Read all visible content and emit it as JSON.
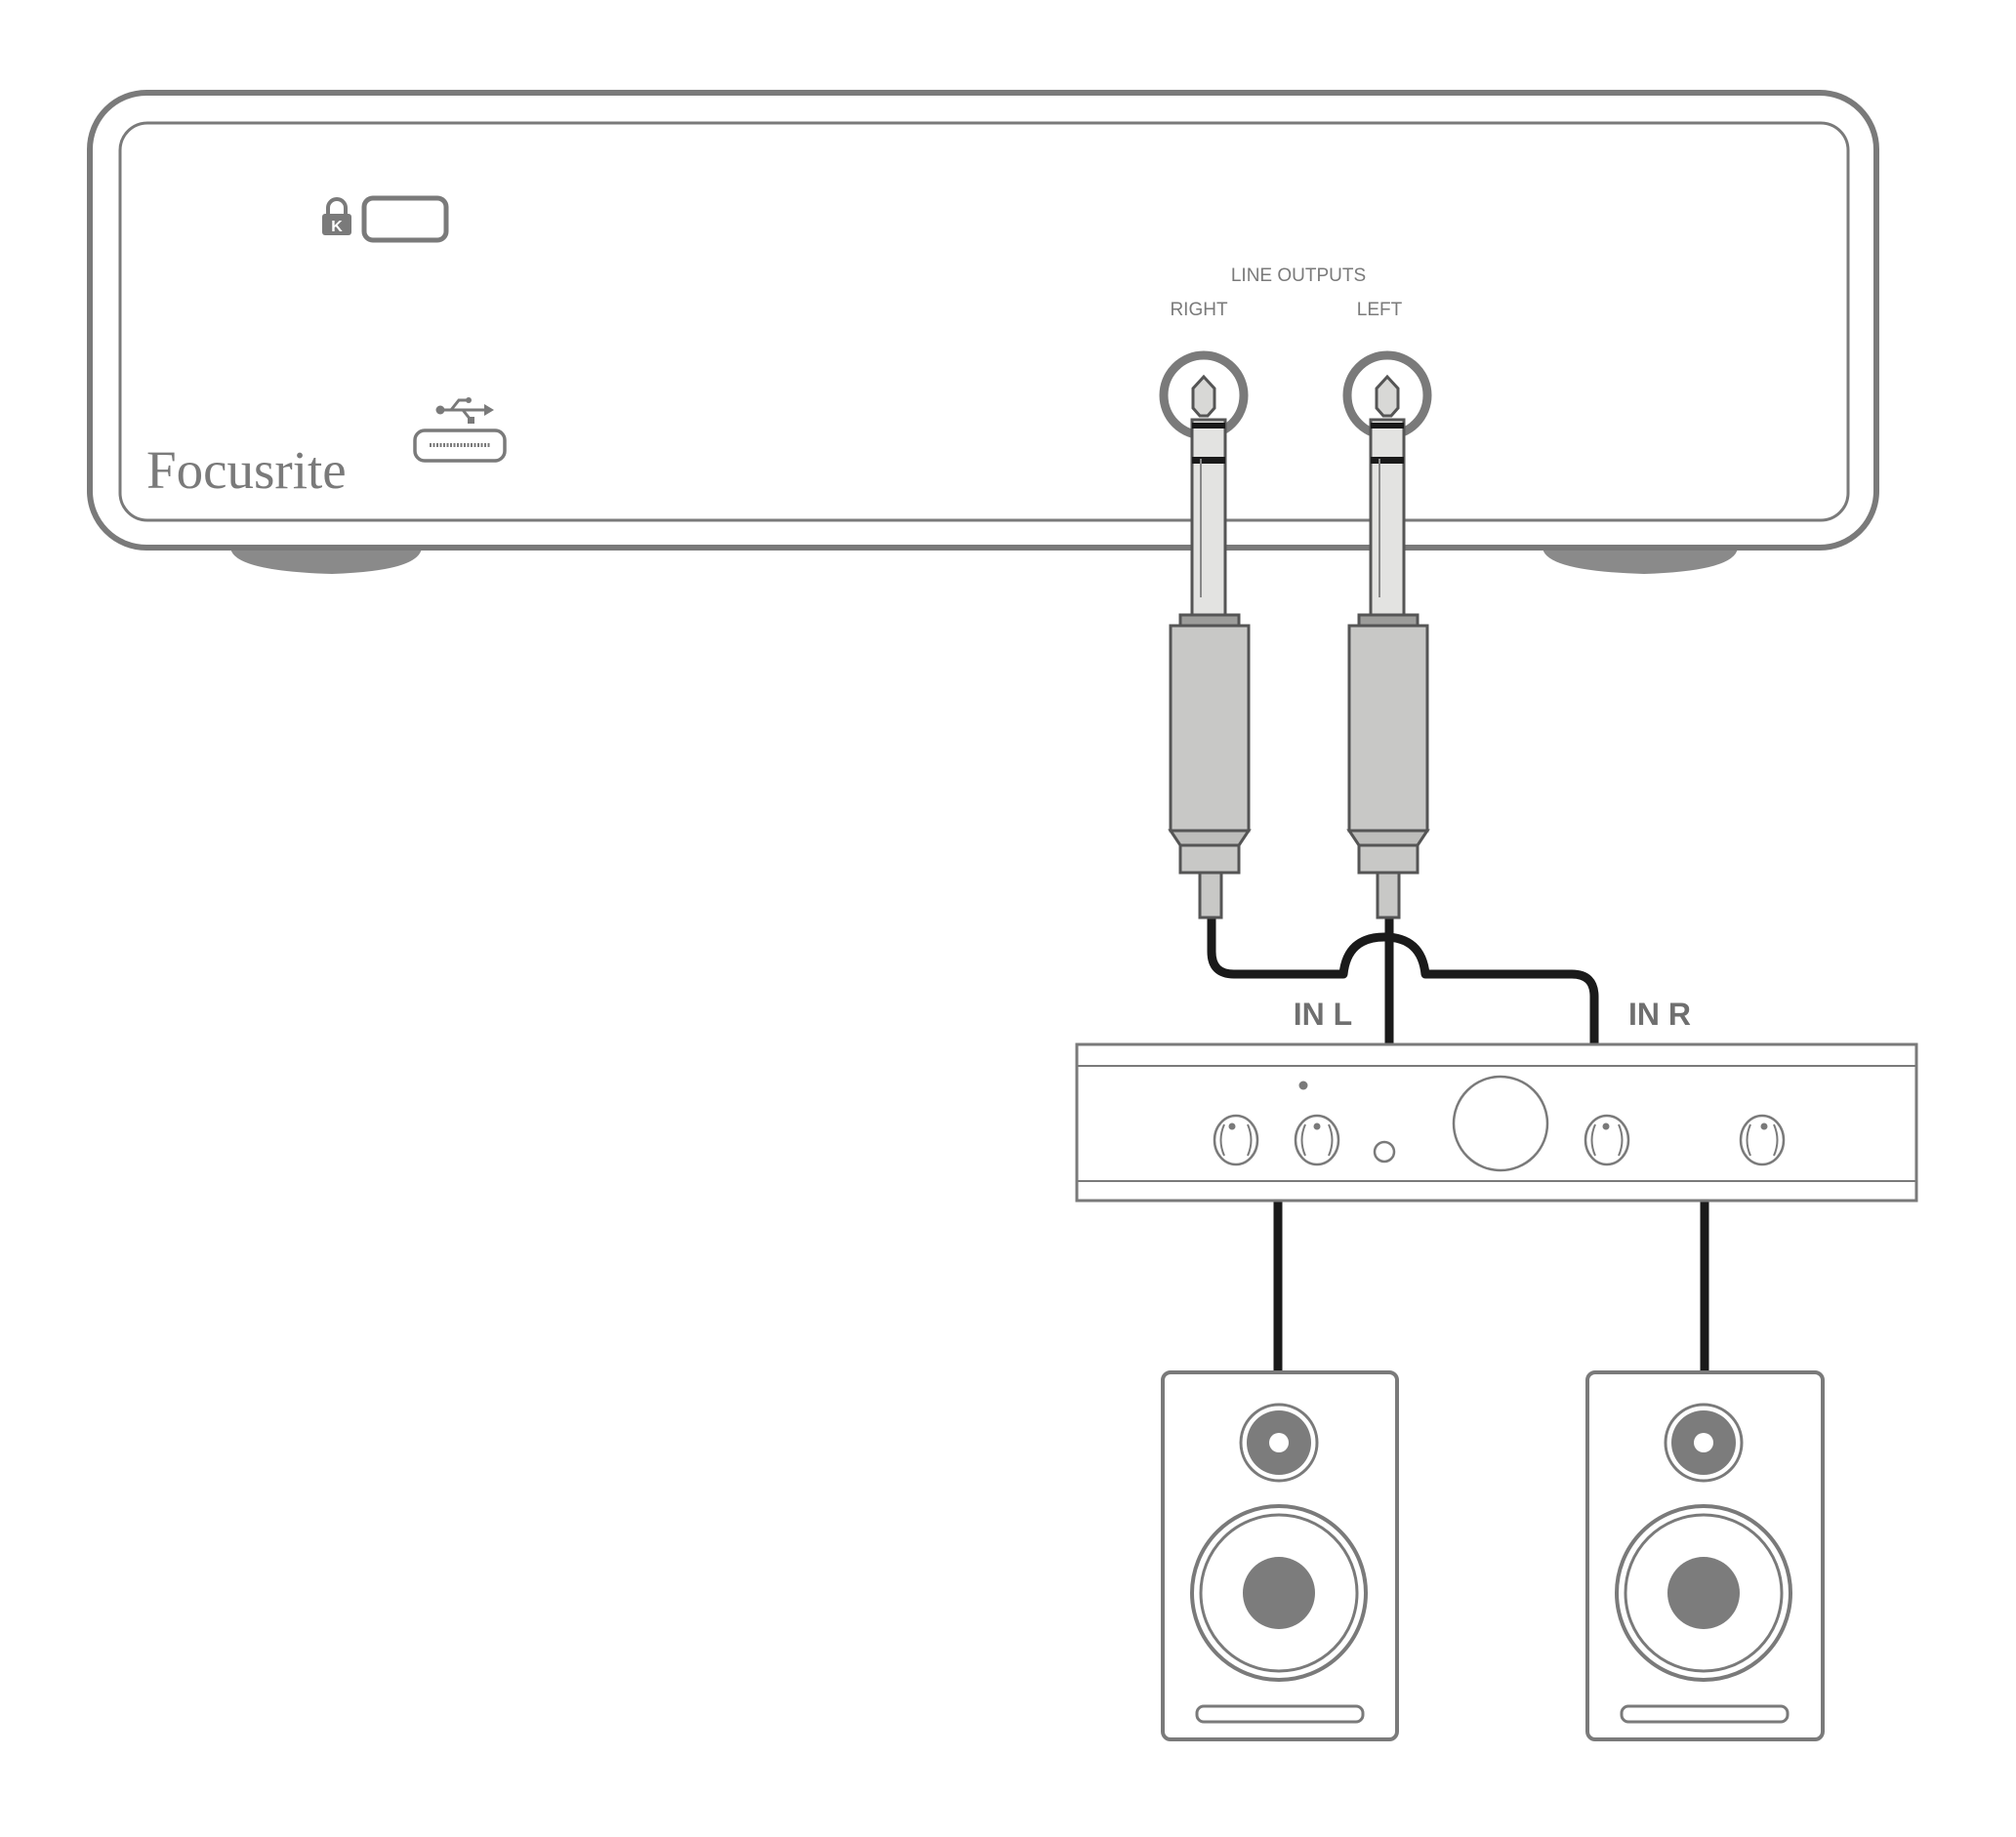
{
  "interface": {
    "brand": "Focusrite",
    "line_outputs_label": "LINE OUTPUTS",
    "right_label": "RIGHT",
    "left_label": "LEFT",
    "kensington_icon": "lock-k-icon",
    "usb_icon": "usb-c-icon"
  },
  "amplifier": {
    "in_l_label": "IN L",
    "in_r_label": "IN R"
  },
  "colors": {
    "outline": "#7a7a7a",
    "cable": "#1a1a1a",
    "plug_body": "#c8c8c6",
    "foot": "#8a8a8a",
    "driver": "#7c7c7c"
  }
}
